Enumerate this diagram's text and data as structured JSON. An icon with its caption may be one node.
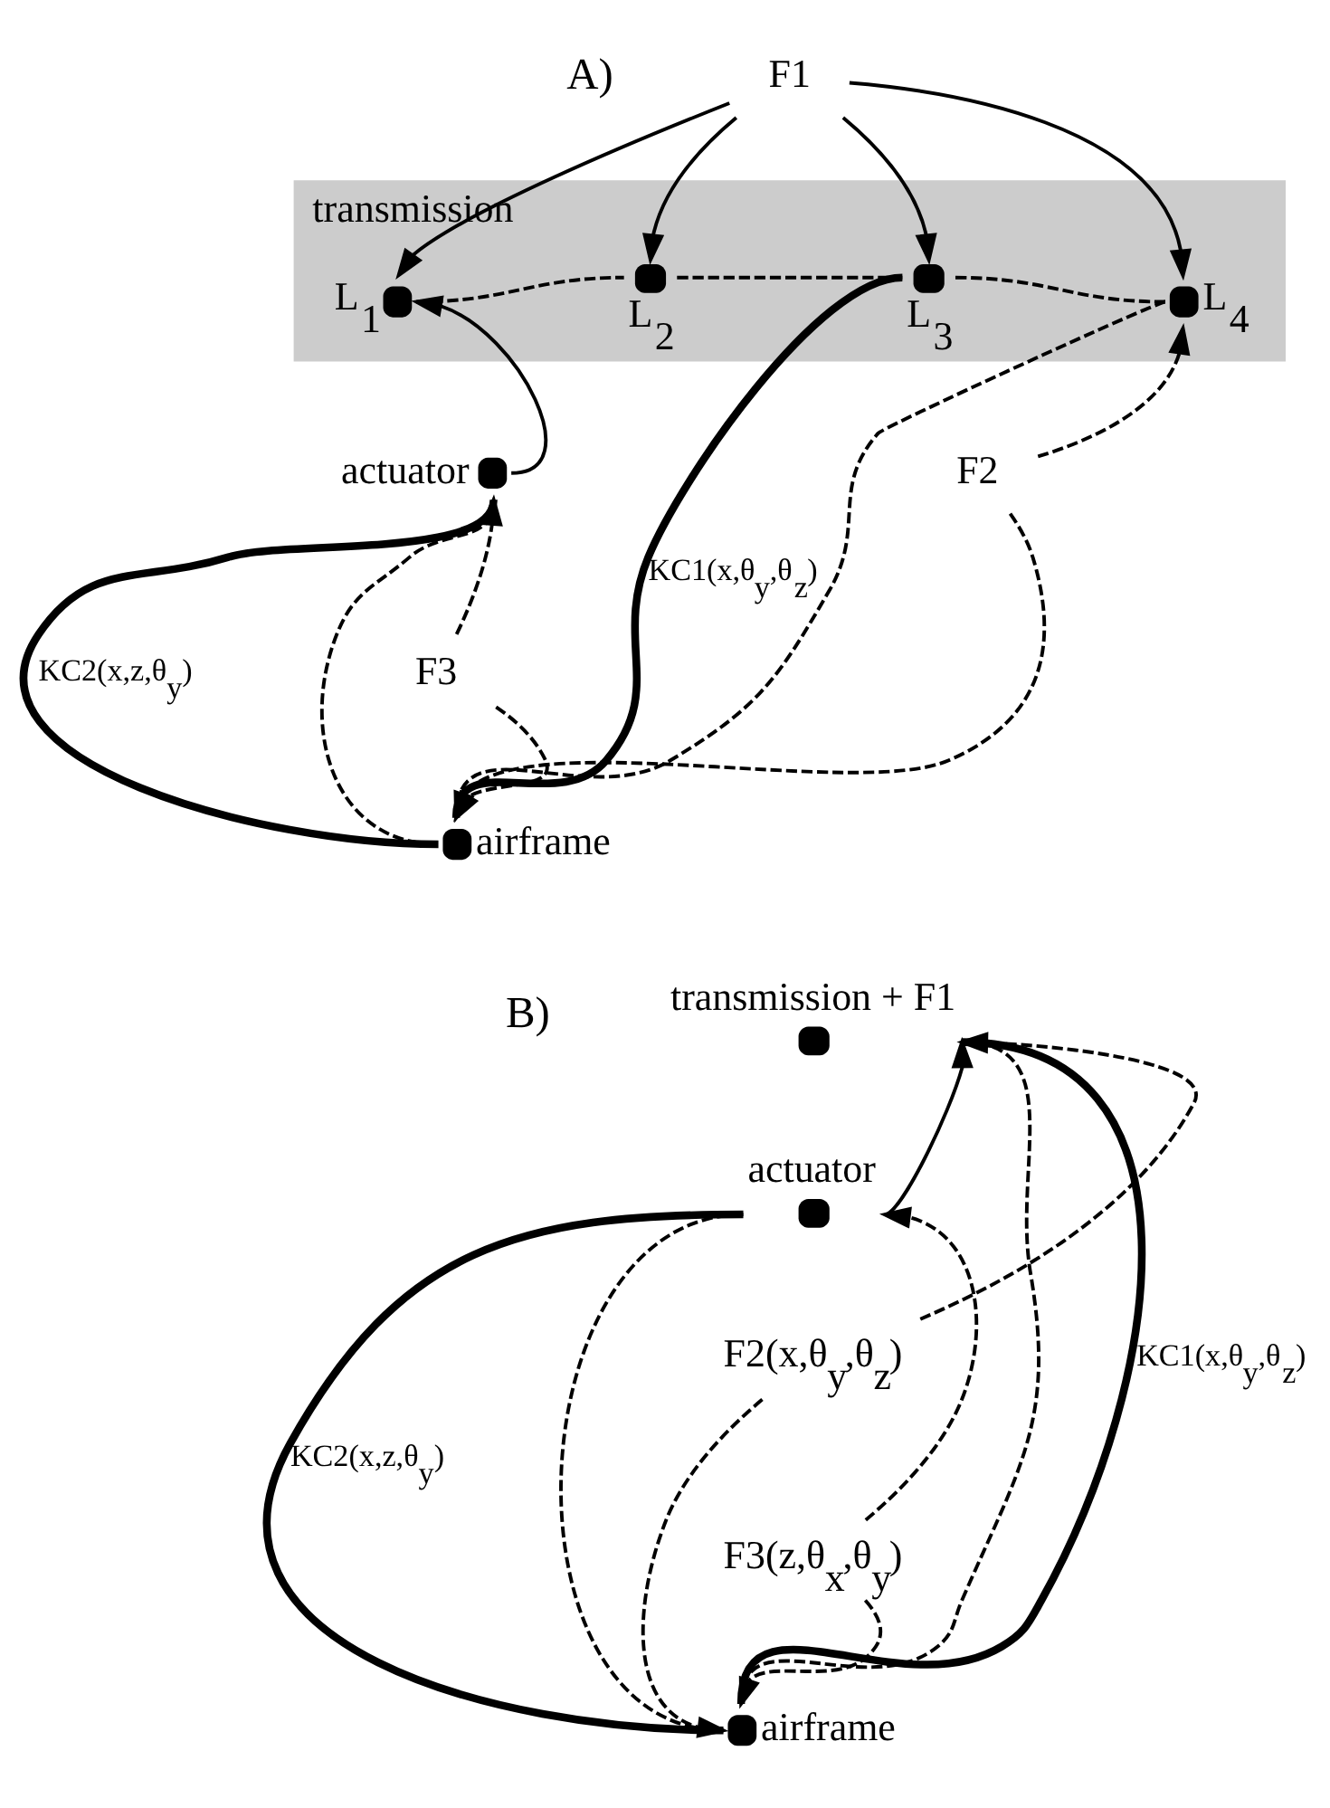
{
  "diagram": {
    "nodes": [
      {
        "text": [
          "transmission"
        ]
      },
      {
        "text": [
          "L$_{1}$"
        ],
        "in": 0
      },
      {
        "text": [
          "L$_{2}$"
        ],
        "in": 0
      },
      {
        "text": [
          "L$_{3}$"
        ],
        "in": 0
      },
      {
        "text": [
          "L$_{4}$"
        ],
        "in": 0
      },
      {
        "text": [
          "F1"
        ]
      },
      {
        "text": [
          "actuator"
        ]
      },
      {
        "text": [
          "airframe"
        ]
      },
      {
        "text": [
          "F2"
        ]
      },
      {
        "text": [
          "F3"
        ]
      },
      {
        "text": [
          "actuator"
        ]
      },
      {
        "text": [
          "transmission + F1"
        ]
      },
      {
        "text": [
          "airframe"
        ]
      },
      {
        "text": [
          "F2(x,θ$_{y}$,θ$_{z}$)"
        ]
      },
      {
        "text": [
          "F3(z,θ$_{x}$,θ$_{y}$)"
        ]
      }
    ],
    "edges": [
      {
        "from": 5,
        "to": 1,
        "arrow": "to"
      },
      {
        "from": 5,
        "to": 2,
        "arrow": "to"
      },
      {
        "from": 5,
        "to": 3,
        "arrow": "to"
      },
      {
        "from": 5,
        "to": 4,
        "arrow": "to"
      },
      {
        "from": 1,
        "to": 2,
        "arrow": "none",
        "style": "dashed"
      },
      {
        "from": 2,
        "to": 3,
        "arrow": "none",
        "style": "dashed"
      },
      {
        "from": 3,
        "to": 4,
        "arrow": "none",
        "style": "dashed"
      },
      {
        "from": 6,
        "to": 1,
        "arrow": "to"
      },
      {
        "from": 6,
        "to": 7,
        "arrow": "none",
        "style": "thick",
        "label": "KC2(x,z,θ$_{y}$)"
      },
      {
        "from": 6,
        "to": 7,
        "arrow": "none",
        "style": "dashed"
      },
      {
        "from": 3,
        "to": 7,
        "arrow": "none",
        "style": "thick",
        "label": "KC1(x,θ$_{y}$,θ$_{z}$)"
      },
      {
        "from": 4,
        "to": 7,
        "arrow": "none",
        "style": "dashed"
      },
      {
        "from": 8,
        "to": 4,
        "arrow": "to",
        "style": "dashed"
      },
      {
        "from": 8,
        "to": 7,
        "arrow": "to",
        "style": "dashed"
      },
      {
        "from": 9,
        "to": 6,
        "arrow": "to",
        "style": "dashed"
      },
      {
        "from": 9,
        "to": 7,
        "arrow": "to",
        "style": "dashed"
      },
      {
        "from": 10,
        "to": 11,
        "arrow": "to"
      },
      {
        "from": 10,
        "to": 12,
        "arrow": "none",
        "style": "thick",
        "label": "KC2(x,z,θ$_{y}$)"
      },
      {
        "from": 10,
        "to": 12,
        "arrow": "none",
        "style": "dashed"
      },
      {
        "from": 11,
        "to": 12,
        "arrow": "none",
        "style": "dashed"
      },
      {
        "from": 11,
        "to": 12,
        "arrow": "none",
        "style": "thick",
        "label": "KC1(x,θ$_{y}$,θ$_{z}$)"
      },
      {
        "from": 13,
        "to": 11,
        "arrow": "to",
        "style": "dashed"
      },
      {
        "from": 13,
        "to": 12,
        "arrow": "to",
        "style": "dashed"
      },
      {
        "from": 14,
        "to": 10,
        "arrow": "to",
        "style": "dashed"
      },
      {
        "from": 14,
        "to": 12,
        "arrow": "to",
        "style": "dashed"
      }
    ],
    "labels": [
      "A)",
      "B)"
    ]
  }
}
